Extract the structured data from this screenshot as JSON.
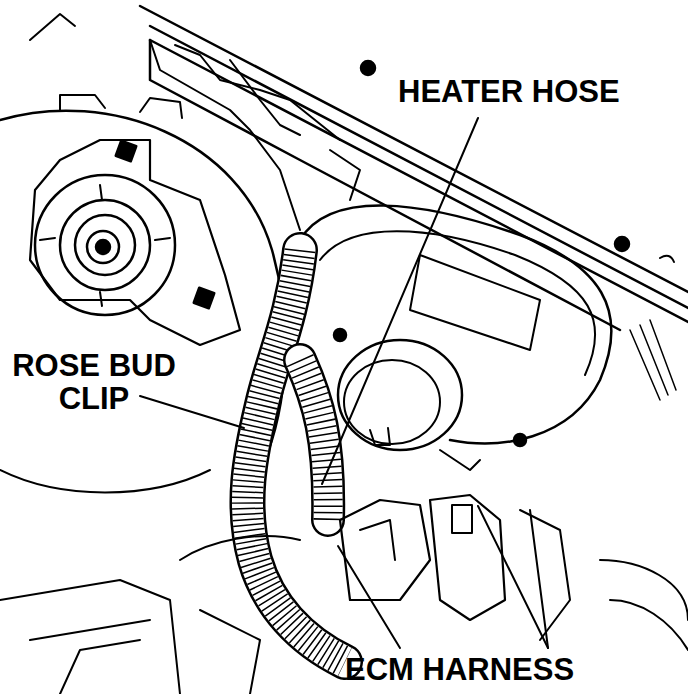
{
  "diagram": {
    "labels": [
      "HEATER HOSE",
      "ROSE BUD CLIP",
      "ECM HARNESS"
    ]
  }
}
